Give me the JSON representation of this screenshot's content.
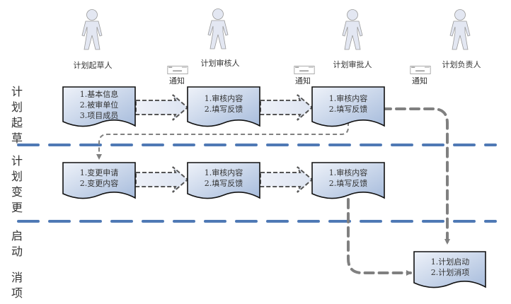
{
  "title": "计划流程泳道图",
  "actors": [
    {
      "id": "drafter",
      "label": "计划起草人"
    },
    {
      "id": "reviewer",
      "label": "计划审核人"
    },
    {
      "id": "approver",
      "label": "计划审批人"
    },
    {
      "id": "owner",
      "label": "计划负责人"
    }
  ],
  "notifications": [
    {
      "label": "通知",
      "icon": "notification-icon"
    },
    {
      "label": "通知",
      "icon": "notification-icon"
    },
    {
      "label": "通知",
      "icon": "notification-icon"
    }
  ],
  "lanes": [
    {
      "id": "draft",
      "chars": [
        "计",
        "划",
        "起",
        "草"
      ]
    },
    {
      "id": "change",
      "chars": [
        "计",
        "划",
        "变",
        "更"
      ]
    },
    {
      "id": "launch",
      "chars": [
        "启",
        "动",
        "",
        "消",
        "项"
      ]
    }
  ],
  "documents": {
    "draft_basic": {
      "lines": [
        "1.基本信息",
        "2.被审单位",
        "3.项目成员"
      ]
    },
    "draft_review": {
      "lines": [
        "1.审核内容",
        "2.填写反馈"
      ]
    },
    "draft_approve": {
      "lines": [
        "1.审核内容",
        "2.填写反馈"
      ]
    },
    "change_request": {
      "lines": [
        "1.变更申请",
        "2.变更内容"
      ]
    },
    "change_review": {
      "lines": [
        "1.审核内容",
        "2.填写反馈"
      ]
    },
    "change_approve": {
      "lines": [
        "1.审核内容",
        "2.填写反馈"
      ]
    },
    "launch": {
      "lines": [
        "1.计划启动",
        "2.计划消项"
      ]
    }
  },
  "colors": {
    "lane_divider": "#4f79b5",
    "connector": "#808080",
    "doc_fill_light": "#e6ecf6",
    "doc_fill_dark": "#a9bedd",
    "actor_fill": "#e3e7f2"
  }
}
